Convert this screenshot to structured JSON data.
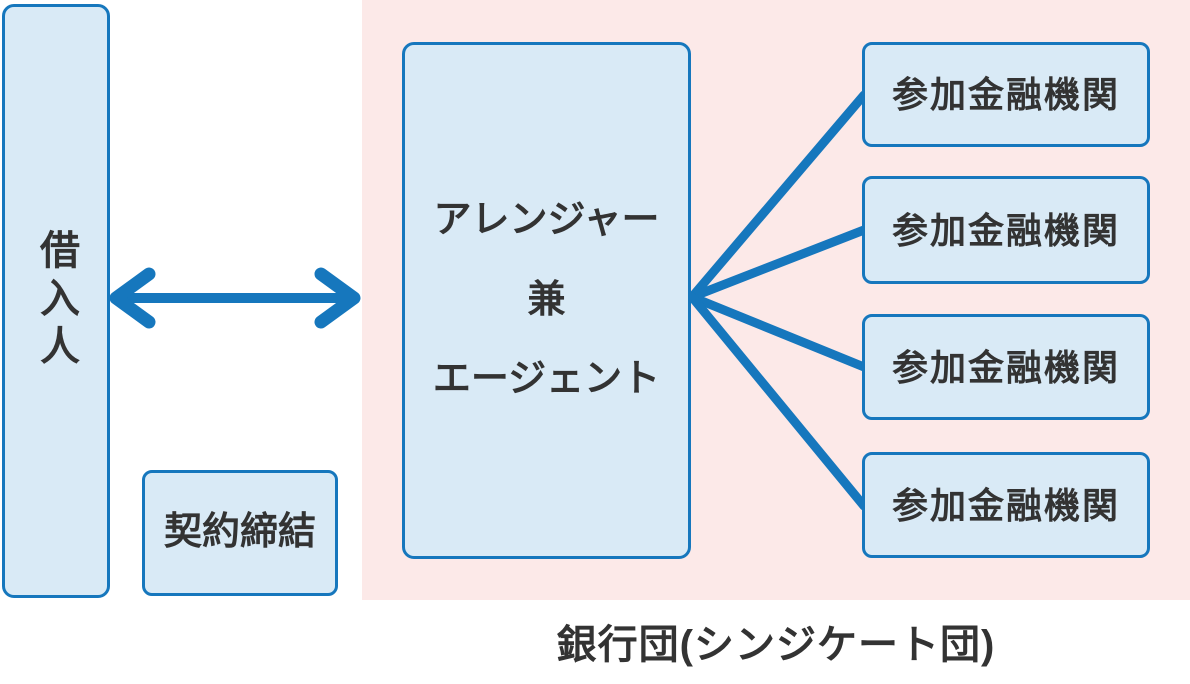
{
  "diagram": {
    "borrower": {
      "label": "借入人"
    },
    "relationship": {
      "label": "契約締結"
    },
    "arranger": {
      "line1": "アレンジャー",
      "line2": "兼",
      "line3": "エージェント"
    },
    "participants": [
      {
        "label": "参加金融機関"
      },
      {
        "label": "参加金融機関"
      },
      {
        "label": "参加金融機関"
      },
      {
        "label": "参加金融機関"
      }
    ],
    "caption": "銀行団(シンジケート団)",
    "colors": {
      "node_fill": "#d9eaf6",
      "node_border": "#1677bd",
      "syndicate_bg": "#fce9e8",
      "connector": "#1677bd",
      "text": "#333333"
    }
  }
}
